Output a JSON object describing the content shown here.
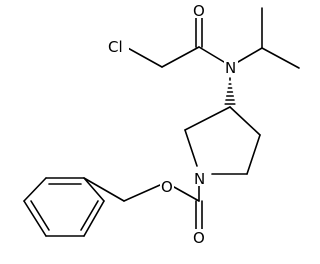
{
  "molecule": {
    "atoms": {
      "cl": "Cl",
      "o_ketone": "O",
      "n_amide": "N",
      "n_ring": "N",
      "o_ester": "O",
      "o_carbonyl": "O"
    }
  },
  "colors": {
    "bond": "#000000",
    "background": "#ffffff"
  }
}
